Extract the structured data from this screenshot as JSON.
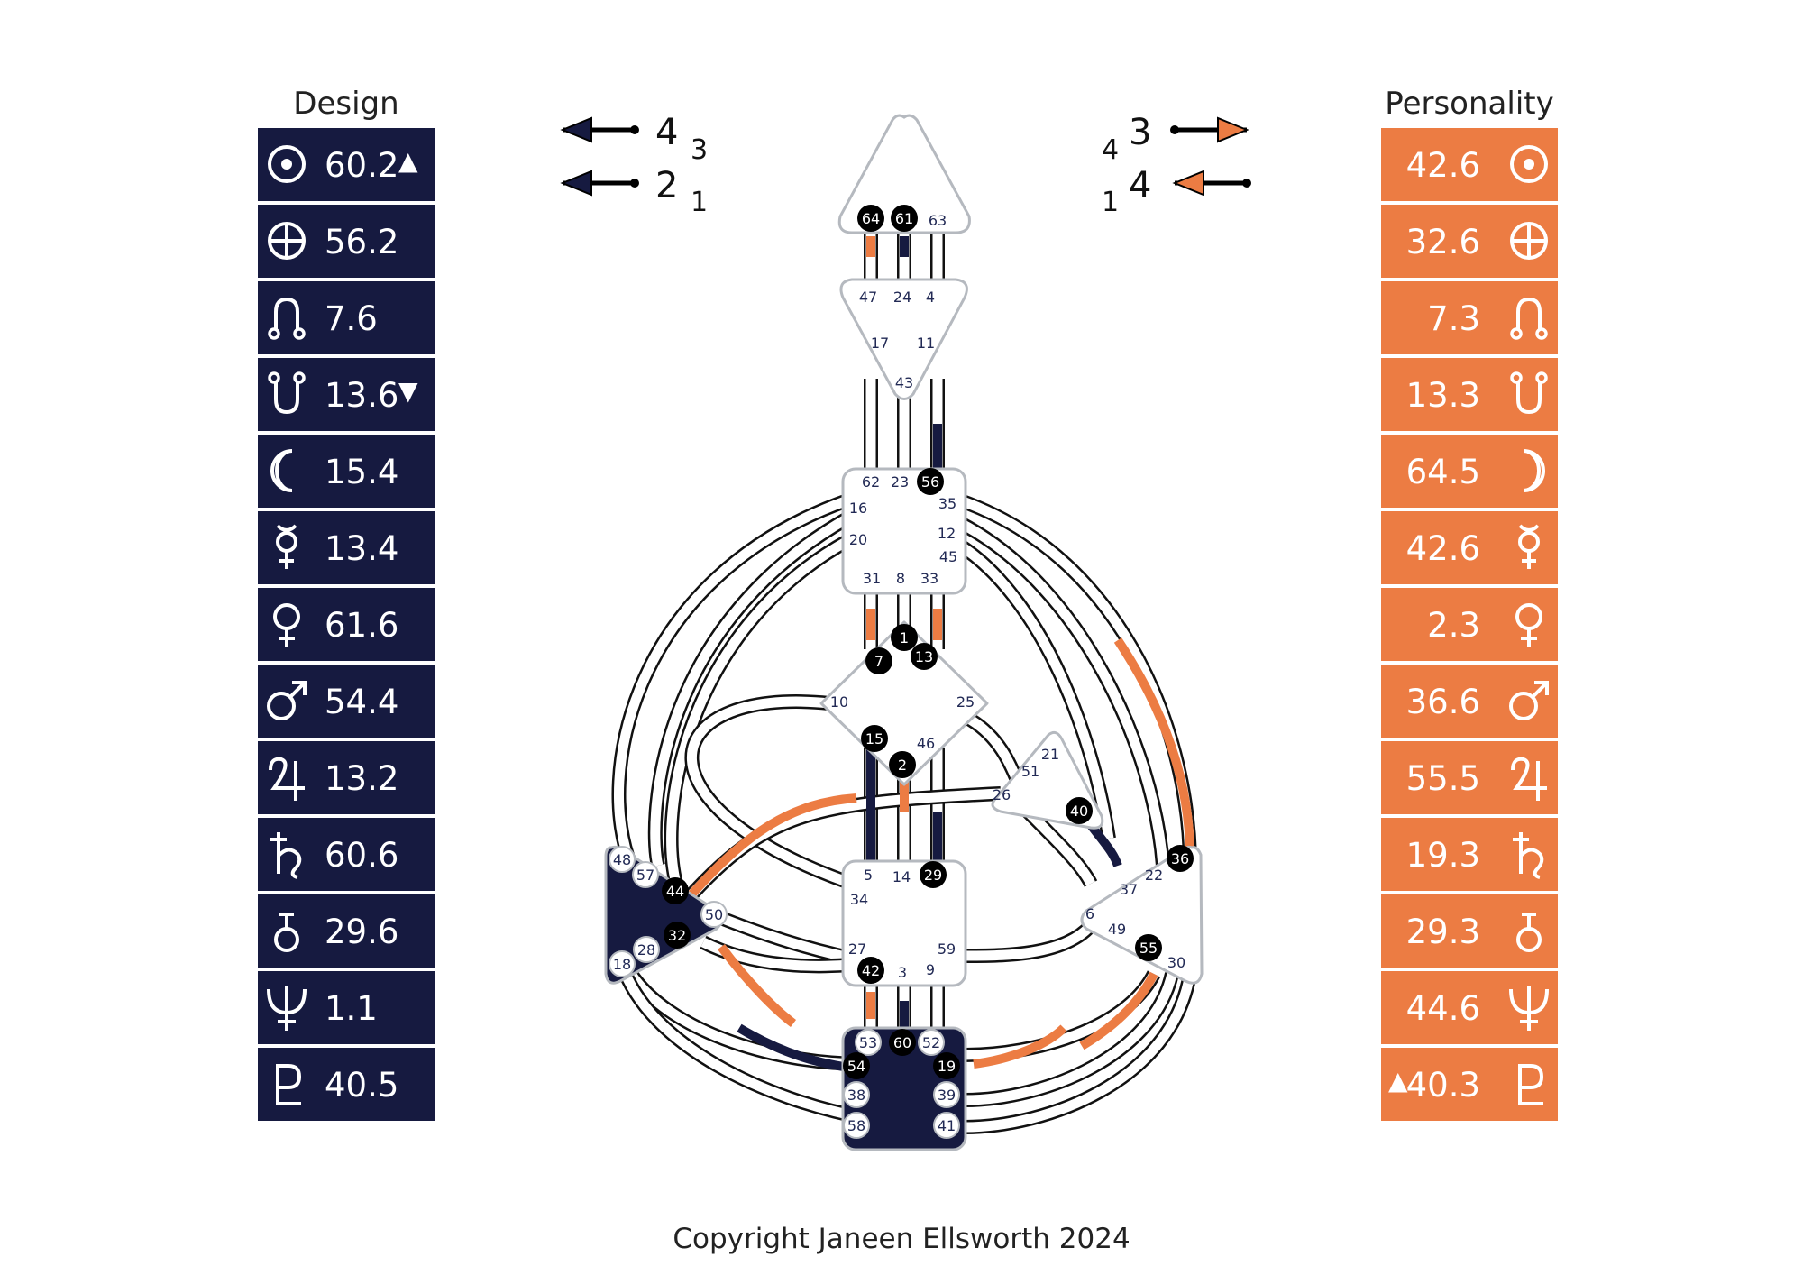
{
  "design": {
    "title": "Design",
    "color": "#161a40",
    "rows": [
      {
        "icon": "sun-icon",
        "value": "60.2",
        "marker": "▲"
      },
      {
        "icon": "earth-icon",
        "value": "56.2",
        "marker": ""
      },
      {
        "icon": "north-node-icon",
        "value": "7.6",
        "marker": ""
      },
      {
        "icon": "south-node-icon",
        "value": "13.6",
        "marker": "▼"
      },
      {
        "icon": "moon-icon",
        "value": "15.4",
        "marker": ""
      },
      {
        "icon": "mercury-icon",
        "value": "13.4",
        "marker": ""
      },
      {
        "icon": "venus-icon",
        "value": "61.6",
        "marker": ""
      },
      {
        "icon": "mars-icon",
        "value": "54.4",
        "marker": ""
      },
      {
        "icon": "jupiter-icon",
        "value": "13.2",
        "marker": ""
      },
      {
        "icon": "saturn-icon",
        "value": "60.6",
        "marker": ""
      },
      {
        "icon": "uranus-icon",
        "value": "29.6",
        "marker": ""
      },
      {
        "icon": "neptune-icon",
        "value": "1.1",
        "marker": ""
      },
      {
        "icon": "pluto-icon",
        "value": "40.5",
        "marker": ""
      }
    ]
  },
  "personality": {
    "title": "Personality",
    "color": "#ec7c43",
    "rows": [
      {
        "icon": "sun-icon",
        "value": "42.6",
        "marker": ""
      },
      {
        "icon": "earth-icon",
        "value": "32.6",
        "marker": ""
      },
      {
        "icon": "north-node-icon",
        "value": "7.3",
        "marker": ""
      },
      {
        "icon": "south-node-icon",
        "value": "13.3",
        "marker": ""
      },
      {
        "icon": "moon-icon",
        "value": "64.5",
        "marker": ""
      },
      {
        "icon": "mercury-icon",
        "value": "42.6",
        "marker": ""
      },
      {
        "icon": "venus-icon",
        "value": "2.3",
        "marker": ""
      },
      {
        "icon": "mars-icon",
        "value": "36.6",
        "marker": ""
      },
      {
        "icon": "jupiter-icon",
        "value": "55.5",
        "marker": ""
      },
      {
        "icon": "saturn-icon",
        "value": "19.3",
        "marker": ""
      },
      {
        "icon": "uranus-icon",
        "value": "29.3",
        "marker": ""
      },
      {
        "icon": "neptune-icon",
        "value": "44.6",
        "marker": ""
      },
      {
        "icon": "pluto-icon",
        "value": "40.3",
        "marker": "▲"
      }
    ]
  },
  "arrows": {
    "left_top": {
      "value": "4",
      "sub": "3",
      "color": "#161a40"
    },
    "left_bottom": {
      "value": "2",
      "sub": "1",
      "color": "#161a40"
    },
    "right_top": {
      "value": "3",
      "sub": "4",
      "color": "#ec7c43"
    },
    "right_bottom": {
      "value": "4",
      "sub": "1",
      "color": "#ec7c43"
    }
  },
  "centers": [
    {
      "name": "head",
      "defined": false
    },
    {
      "name": "ajna",
      "defined": false
    },
    {
      "name": "throat",
      "defined": false
    },
    {
      "name": "g",
      "defined": false
    },
    {
      "name": "heart",
      "defined": false
    },
    {
      "name": "spleen",
      "defined": true
    },
    {
      "name": "sacral",
      "defined": false
    },
    {
      "name": "solar-plexus",
      "defined": false
    },
    {
      "name": "root",
      "defined": true
    }
  ],
  "gates": {
    "64": "black",
    "61": "black",
    "63": "plain",
    "47": "plain",
    "24": "plain",
    "4": "plain",
    "17": "plain",
    "11": "plain",
    "43": "plain",
    "62": "plain",
    "23": "plain",
    "56": "black",
    "16": "plain",
    "35": "plain",
    "20": "plain",
    "12": "plain",
    "45": "plain",
    "31": "plain",
    "8": "plain",
    "33": "plain",
    "1": "black",
    "7": "black",
    "13": "black",
    "10": "plain",
    "25": "plain",
    "15": "black",
    "46": "plain",
    "2": "black",
    "21": "plain",
    "51": "plain",
    "26": "plain",
    "40": "black",
    "48": "white",
    "57": "white",
    "44": "black",
    "50": "white",
    "32": "black",
    "28": "white",
    "18": "white",
    "5": "plain",
    "14": "plain",
    "29": "black",
    "34": "plain",
    "27": "plain",
    "59": "plain",
    "42": "black",
    "3": "plain",
    "9": "plain",
    "36": "black",
    "22": "plain",
    "37": "plain",
    "6": "plain",
    "49": "plain",
    "55": "black",
    "30": "plain",
    "53": "white",
    "60": "black",
    "52": "white",
    "54": "black",
    "19": "black",
    "38": "white",
    "39": "white",
    "58": "white",
    "41": "white"
  },
  "copyright": "Copyright Janeen Ellsworth 2024"
}
